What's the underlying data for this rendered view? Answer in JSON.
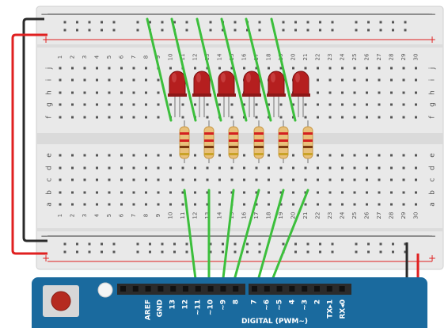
{
  "breadboard": {
    "rail_signs": {
      "minus": "−",
      "plus": "+"
    },
    "row_letters_top": [
      "j",
      "i",
      "h",
      "g",
      "f"
    ],
    "row_letters_bottom": [
      "e",
      "d",
      "c",
      "b",
      "a"
    ],
    "column_numbers": [
      "1",
      "2",
      "3",
      "4",
      "5",
      "6",
      "7",
      "8",
      "9",
      "10",
      "11",
      "12",
      "13",
      "14",
      "15",
      "16",
      "17",
      "18",
      "19",
      "20",
      "21",
      "22",
      "23",
      "24",
      "25",
      "26",
      "27",
      "28",
      "29",
      "30"
    ]
  },
  "components": {
    "leds": {
      "count": 6,
      "color": "#b51f1f"
    },
    "resistors": {
      "count": 6,
      "bands": [
        "#d42020",
        "#d42020",
        "#7a3a10",
        "#c9a227"
      ]
    }
  },
  "wires": {
    "signal_color": "#3cbf3c",
    "ground_color": "#2a2a2a",
    "power_color": "#e02020"
  },
  "arduino": {
    "pin_labels": [
      "AREF",
      "GND",
      "13",
      "12",
      "~11",
      "~10",
      "~9",
      "8",
      "7",
      "~6",
      "~5",
      "4",
      "~3",
      "2",
      "TX▸1",
      "RX◂0"
    ],
    "digital_label": "DIGITAL (PWM~)",
    "board_color": "#1a6a9e"
  },
  "colors": {
    "breadboard": "#e8e8e8",
    "rail_red": "#e02020",
    "rail_dark": "#333333"
  }
}
